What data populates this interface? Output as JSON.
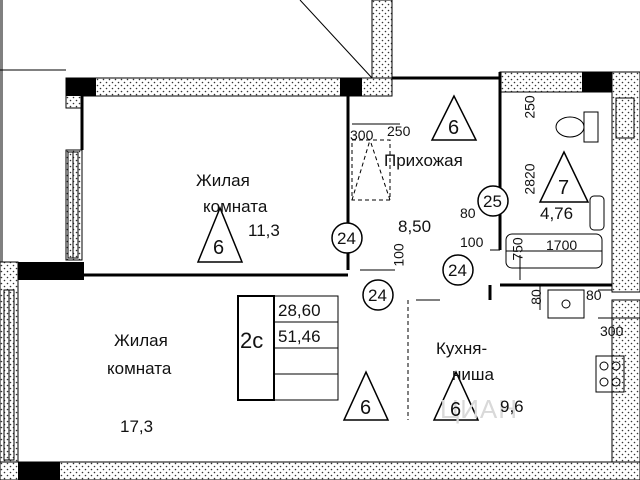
{
  "plan": {
    "rooms": {
      "living_room_1": {
        "name_line1": "Жилая",
        "name_line2": "комната",
        "area": "11,3",
        "type_code": "6"
      },
      "living_room_2": {
        "name_line1": "Жилая",
        "name_line2": "комната",
        "area": "17,3"
      },
      "hallway": {
        "name": "Прихожая",
        "area": "8,50",
        "type_code": "6"
      },
      "bathroom": {
        "area": "4,76",
        "type_code": "7"
      },
      "kitchen": {
        "name_line1": "Кухня-",
        "name_line2": "ниша",
        "area": "9,6",
        "type_code": "6"
      }
    },
    "apartment": {
      "type": "2с",
      "living_area": "28,60",
      "total_area": "51,46"
    },
    "extra_markers": {
      "triangle_bottom_center": "6"
    },
    "wall_markers": {
      "m1": "24",
      "m2": "24",
      "m3": "24",
      "m4": "25"
    },
    "dimensions": {
      "d300_hall": "300",
      "d250_hall": "250",
      "d250_bath": "250",
      "d2820": "2820",
      "d80_a": "80",
      "d100_a": "100",
      "d100_b": "100",
      "d750": "750",
      "d1700": "1700",
      "d80_b": "80",
      "d80_c": "80",
      "d300_kitchen": "300"
    },
    "watermark": "ЦИАН"
  }
}
